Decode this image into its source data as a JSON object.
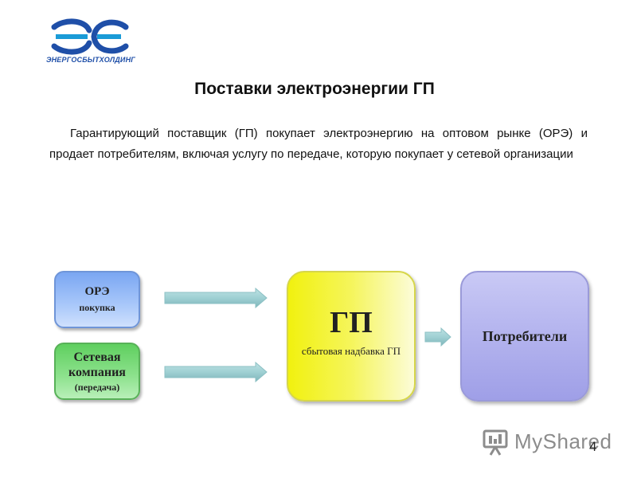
{
  "logo": {
    "text": "ЭНЕРГОСБЫТХОЛДИНГ",
    "colors": [
      "#1f4fa8",
      "#1a9bd7"
    ]
  },
  "title": "Поставки электроэнергии ГП",
  "description": "Гарантирующий поставщик (ГП) покупает электроэнергию на оптовом рынке (ОРЭ) и продает потребителям, включая услугу по передаче, которую покупает у сетевой организации",
  "diagram": {
    "ore": {
      "title": "ОРЭ",
      "subtitle": "покупка",
      "color": "#7aa6f2"
    },
    "network": {
      "title": "Сетевая компания",
      "subtitle": "(передача)",
      "color": "#5fcf5f"
    },
    "gp": {
      "title": "ГП",
      "subtitle": "сбытовая надбавка ГП",
      "color": "#f1f10f"
    },
    "consumers": {
      "title": "Потребители",
      "color": "#b3b3ee"
    },
    "arrow_color": "#9fd0d3"
  },
  "page_number": "4",
  "watermark": {
    "text": "MyShared",
    "icon": "myshared-logo-icon"
  }
}
